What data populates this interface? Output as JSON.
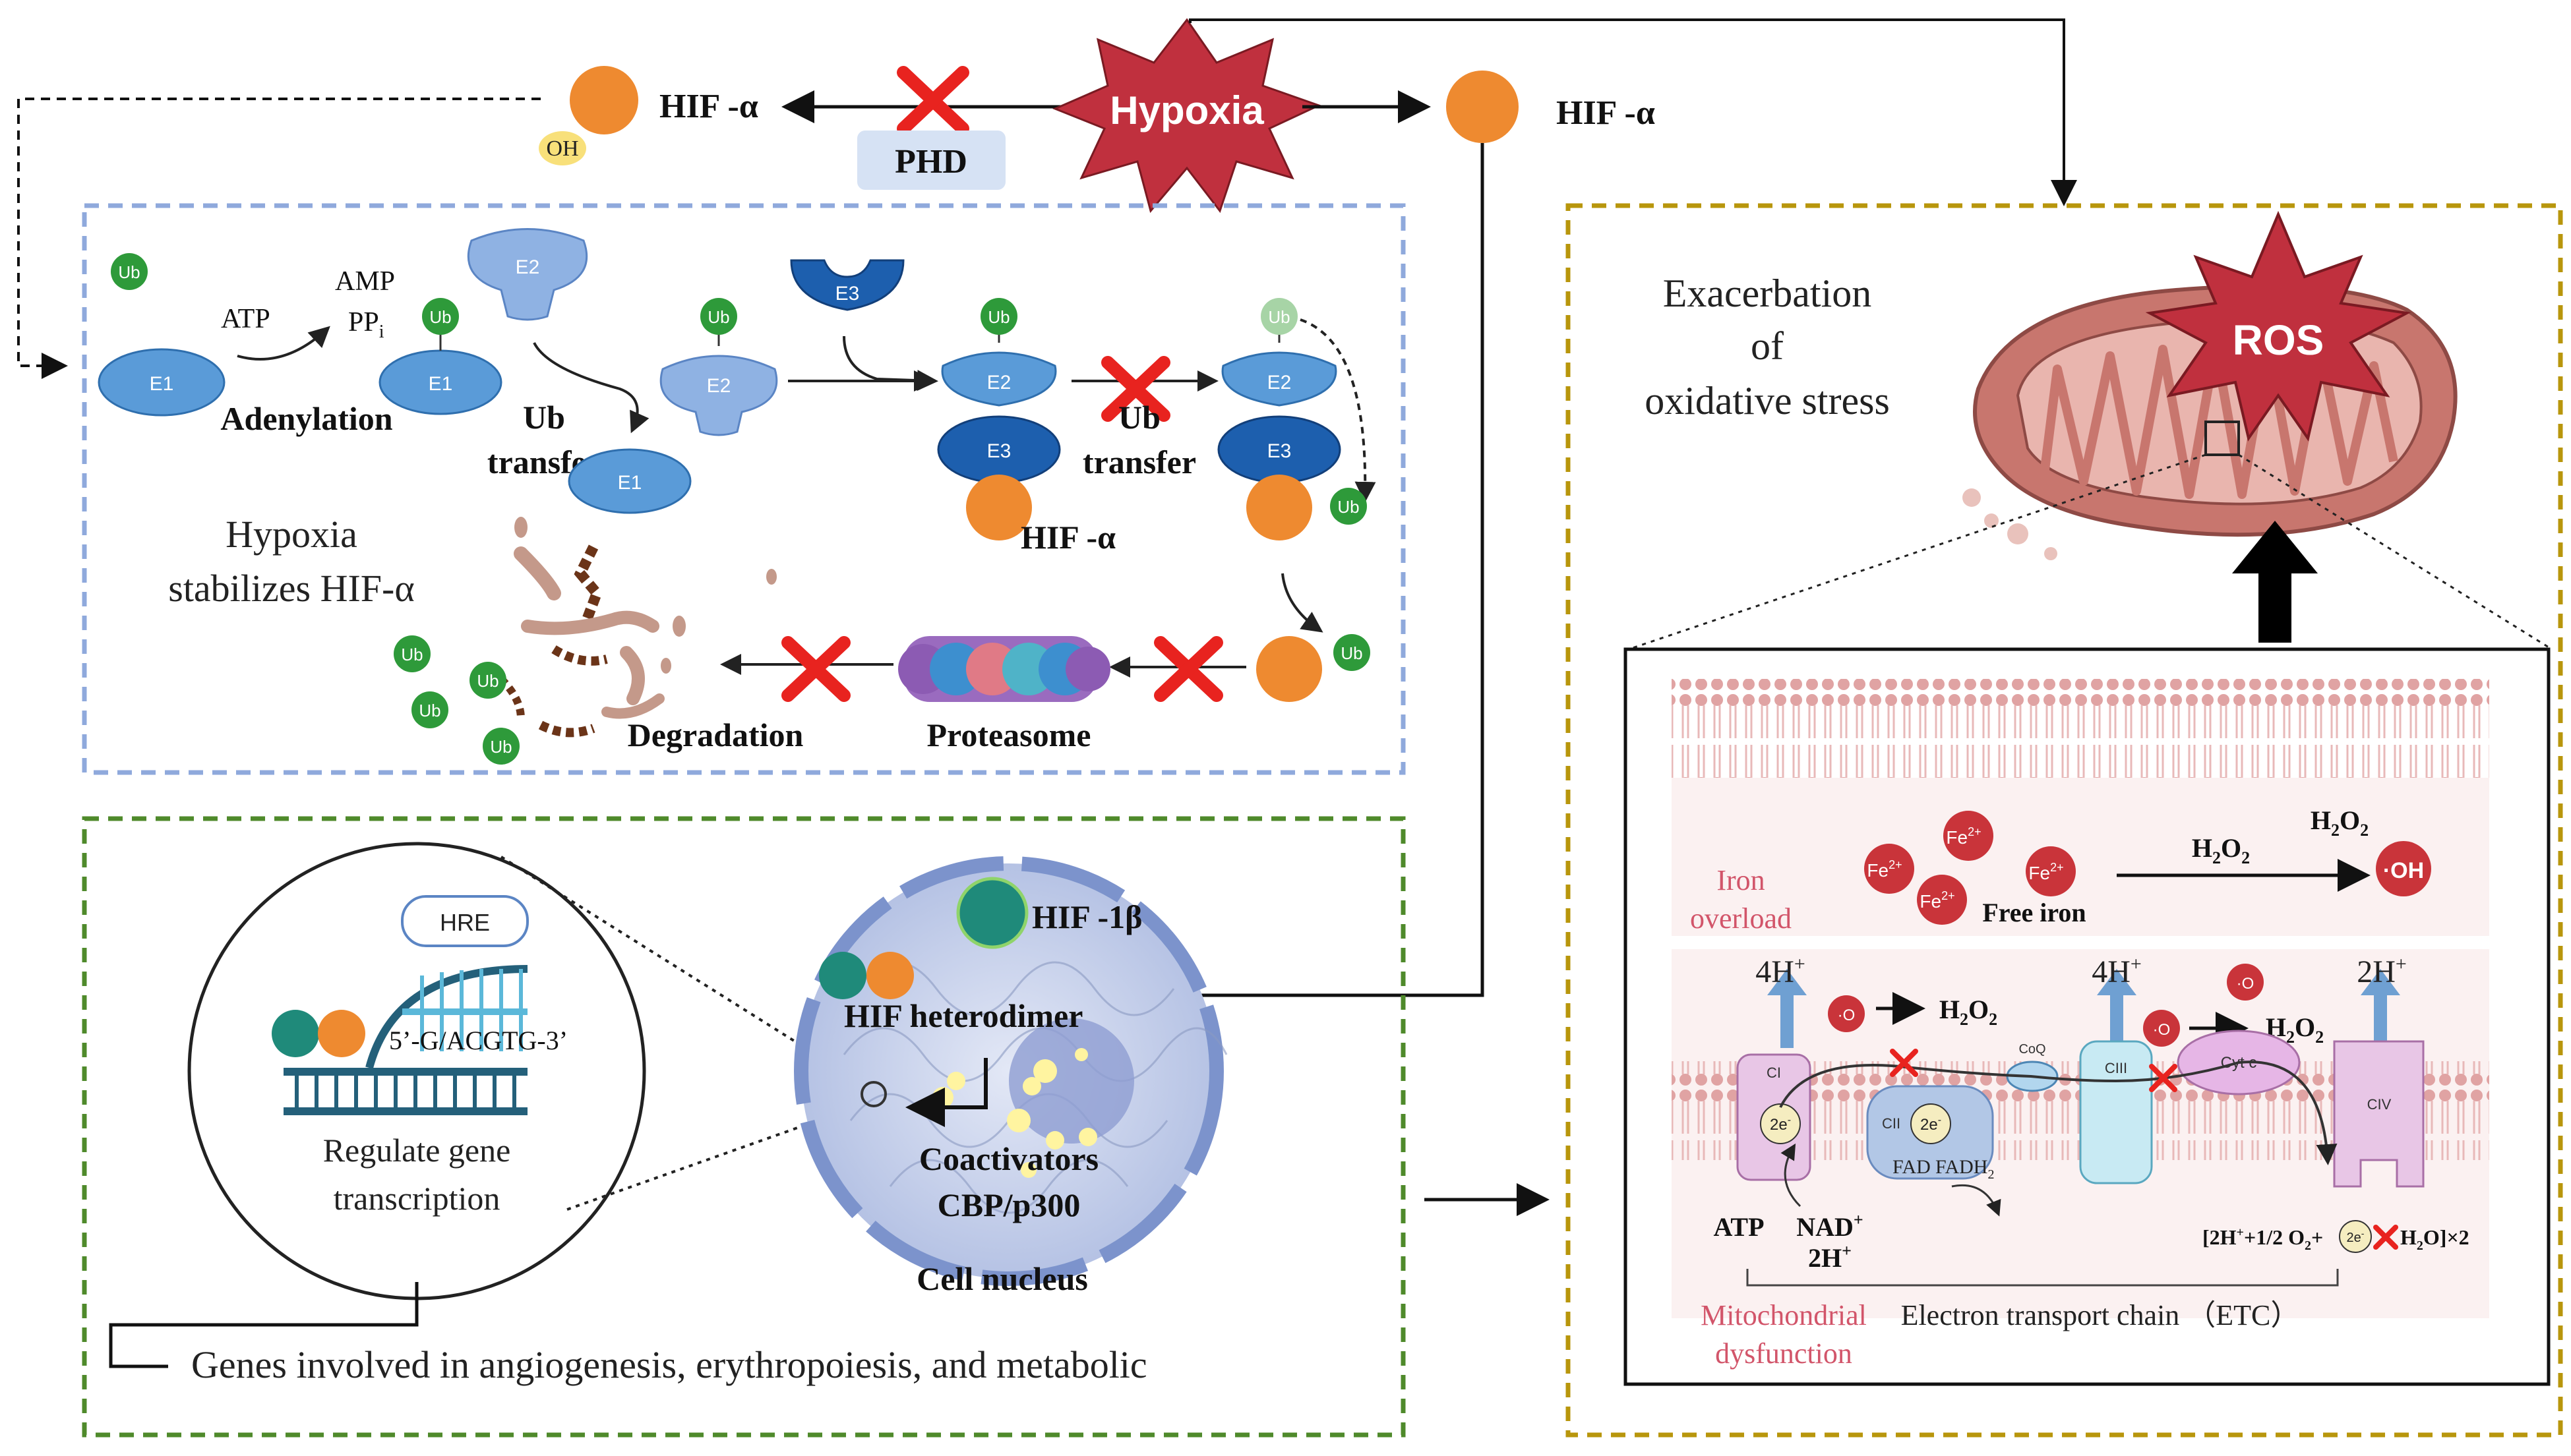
{
  "top": {
    "hypoxia": "Hypoxia",
    "hif_alpha_left": "HIF -α",
    "hif_alpha_right": "HIF -α",
    "oh": "OH",
    "phd": "PHD"
  },
  "ubiquitin": {
    "ub": "Ub",
    "e1": "E1",
    "e2": "E2",
    "e3": "E3",
    "atp": "ATP",
    "amp": "AMP",
    "pp": "PP",
    "pp_sub": "i",
    "adenylation": "Adenylation",
    "ub_transfer_1a": "Ub",
    "ub_transfer_1b": "transfer",
    "ub_transfer_2a": "Ub",
    "ub_transfer_2b": "transfer",
    "hif_alpha_mid": "HIF -α",
    "stabilizes_1": "Hypoxia",
    "stabilizes_2": "stabilizes HIF-α",
    "degradation": "Degradation",
    "proteasome": "Proteasome"
  },
  "nucleus": {
    "hre": "HRE",
    "motif": "5’-G/ACGTG-3’",
    "regulate_1": "Regulate gene",
    "regulate_2": "transcription",
    "hif1b": "HIF -1β",
    "heterodimer": "HIF heterodimer",
    "coactivators_1": "Coactivators",
    "coactivators_2": "CBP/p300",
    "cell_nucleus": "Cell nucleus",
    "genes": "Genes  involved in angiogenesis, erythropoiesis, and metabolic"
  },
  "ros_panel": {
    "exacerbation_1": "Exacerbation",
    "exacerbation_2": "of",
    "exacerbation_3": "oxidative stress",
    "ros": "ROS",
    "iron_1": "Iron",
    "iron_2": "overload",
    "fe": "Fe",
    "fe_sup": "2+",
    "free_iron": "Free iron",
    "h2o2_top": "H",
    "h2o2_mid": "H",
    "oh_radical": "·OH",
    "h4_1": "4H",
    "h4_2": "4H",
    "h2": "2H",
    "plus": "+",
    "o2_radical": "·O",
    "ci": "CI",
    "cii": "CII",
    "ciii": "CIII",
    "civ": "CIV",
    "coq": "CoQ",
    "cytc": "Cyt c",
    "two_e": "2e",
    "fad": "FAD",
    "fadh": "FADH",
    "atp": "ATP",
    "nad": "NAD",
    "two_h": "2H",
    "equation_a": "2H",
    "equation_b": "+1/2 O",
    "equation_c": "H",
    "equation_d": "O",
    "equation_e": "×2",
    "mito_1": "Mitochondrial",
    "mito_2": "dysfunction",
    "etc": "Electron transport chain （ETC）"
  },
  "colors": {
    "blue_dash": "#8fa9dc",
    "green_dash": "#4f8a2b",
    "gold_dash": "#b8960c",
    "hif_orange": "#ee8a30",
    "hypoxia_red": "#c0303e",
    "ub_green": "#2e9a3a",
    "e_light": "#5a9bd8",
    "e_dark": "#1d5fae",
    "mito": "#c8766e",
    "radical_red": "#c9343a",
    "pink_label": "#d2556a"
  }
}
